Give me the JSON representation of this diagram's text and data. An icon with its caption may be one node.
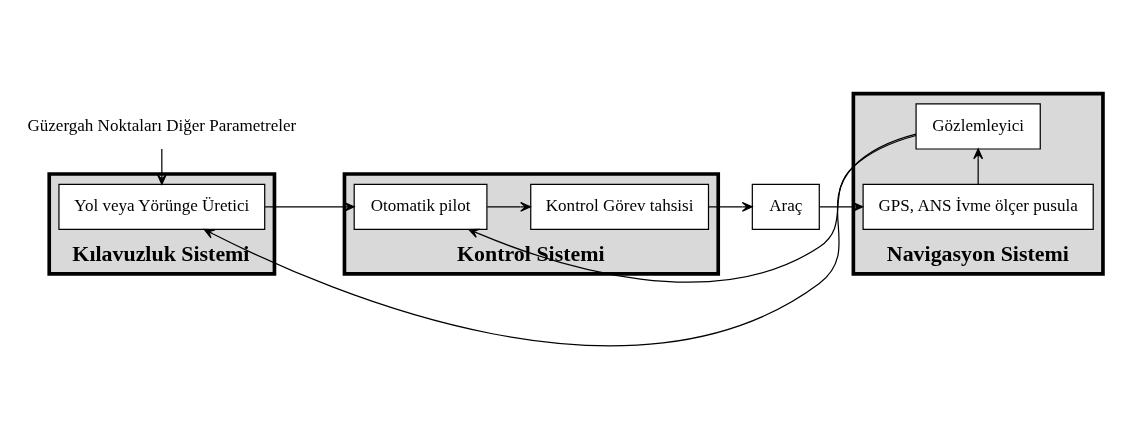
{
  "diagram": {
    "nodes": [
      {
        "text": [
          "Kılavuzluk Sistemi"
        ]
      },
      {
        "text": [
          "Yol veya Yörünge Üretici"
        ],
        "in": 0
      },
      {
        "text": [
          "Kontrol Sistemi"
        ]
      },
      {
        "text": [
          "Otomatik pilot"
        ],
        "in": 2
      },
      {
        "text": [
          "Kontrol Görev tahsisi"
        ],
        "in": 2
      },
      {
        "text": [
          "Araç"
        ]
      },
      {
        "text": [
          "Navigasyon Sistemi"
        ]
      },
      {
        "text": [
          "GPS, ANS İvme ölçer pusula"
        ],
        "in": 6
      },
      {
        "text": [
          "Gözlemleyici"
        ],
        "in": 6
      },
      {
        "text": [
          "Güzergah Noktaları Diğer Parametreler"
        ]
      }
    ],
    "edges": [
      {
        "from": 9,
        "to": 1,
        "arrow": "to"
      },
      {
        "from": 1,
        "to": 3,
        "arrow": "to"
      },
      {
        "from": 3,
        "to": 4,
        "arrow": "to"
      },
      {
        "from": 4,
        "to": 5,
        "arrow": "to"
      },
      {
        "from": 5,
        "to": 7,
        "arrow": "to"
      },
      {
        "from": 7,
        "to": 8,
        "arrow": "to"
      },
      {
        "from": 8,
        "to": 1,
        "arrow": "to"
      },
      {
        "from": 8,
        "to": 3,
        "arrow": "to"
      }
    ]
  }
}
